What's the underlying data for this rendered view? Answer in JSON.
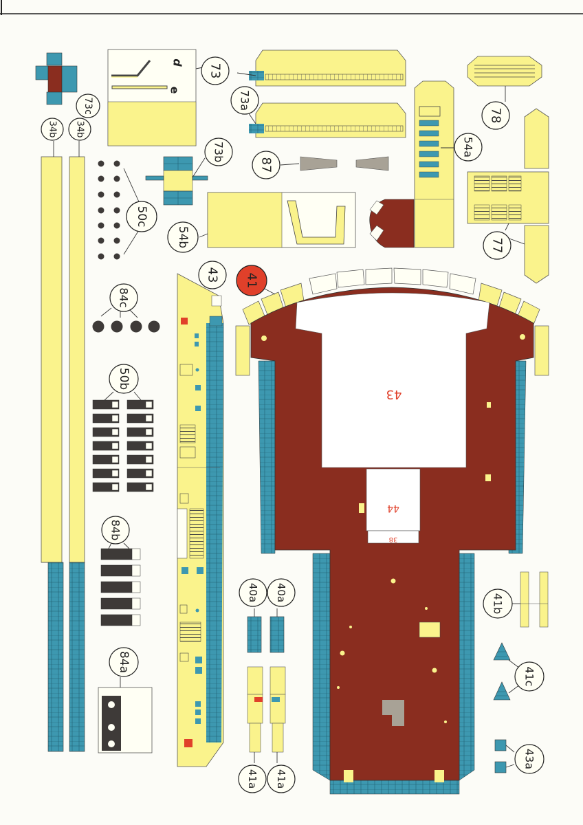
{
  "colors": {
    "yellow": "#faf38c",
    "blue": "#3d98b0",
    "brown": "#8a2d1f",
    "red": "#e0402a",
    "dark": "#3e3a38",
    "grey": "#a8a296",
    "outline": "#555555"
  },
  "labels": {
    "p73": "73",
    "p73a": "73a",
    "p73b": "73b",
    "p73c": "73c",
    "p73d": "d",
    "p73e": "e",
    "p78": "78",
    "p54a": "54a",
    "p54b": "54b",
    "p87": "87",
    "p77": "77",
    "p34b_a": "34b",
    "p34b_b": "34b",
    "p50c": "50c",
    "p43": "43",
    "p41": "41",
    "p84c": "84c",
    "p50b": "50b",
    "p84b": "84b",
    "p84a": "84a",
    "p40a_l": "40a",
    "p40a_r": "40a",
    "p41a_l": "41a",
    "p41a_r": "41a",
    "p41b": "41b",
    "p41c": "41c",
    "p43a": "43a",
    "deck_43": "43",
    "deck_44": "44",
    "deck_38": "38"
  }
}
